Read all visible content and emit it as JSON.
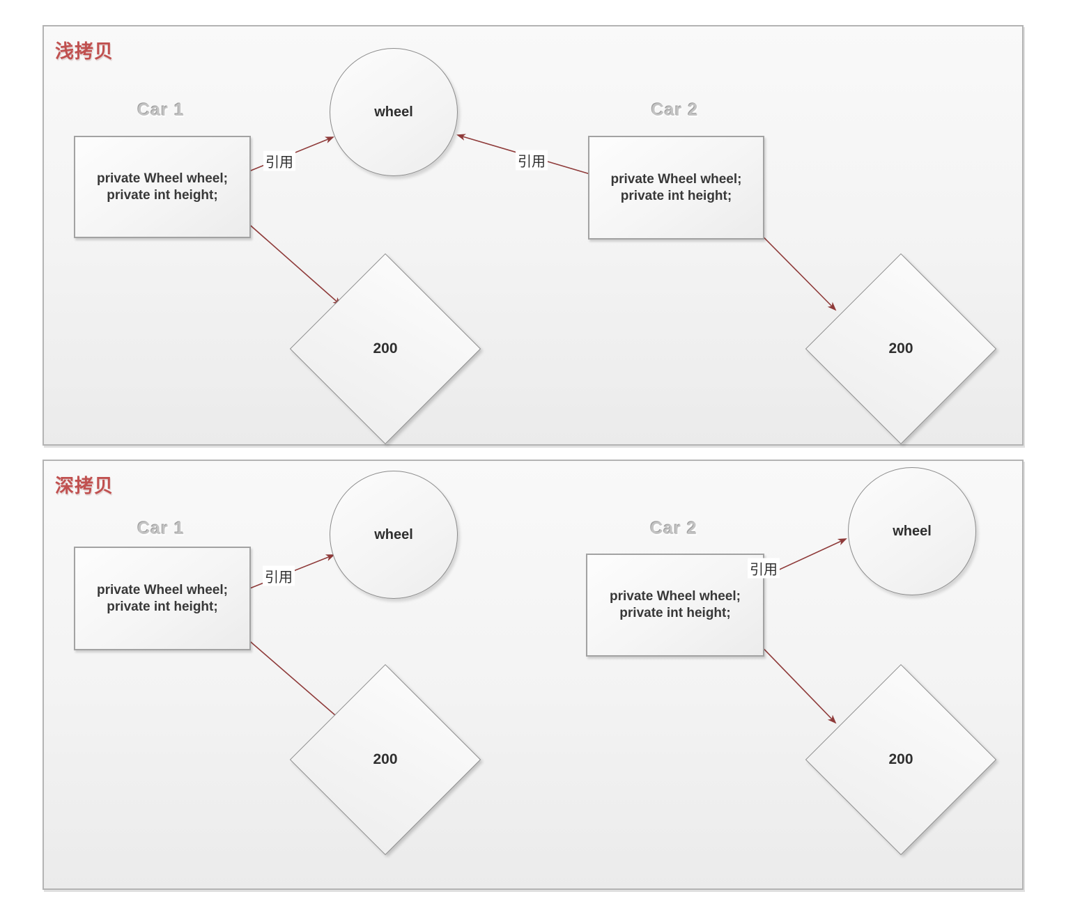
{
  "colors": {
    "title_red": "#c0504f",
    "arrow_red": "#8e3a39",
    "text_dark": "#383838"
  },
  "panels": {
    "shallow": {
      "title": "浅拷贝",
      "car1": {
        "label": "Car 1",
        "line1": "private Wheel wheel;",
        "line2": "private int height;"
      },
      "car2": {
        "label": "Car 2",
        "line1": "private Wheel wheel;",
        "line2": "private int height;"
      },
      "wheel": {
        "label": "wheel"
      },
      "diamond1": {
        "value": "200"
      },
      "diamond2": {
        "value": "200"
      },
      "ref1": "引用",
      "ref2": "引用"
    },
    "deep": {
      "title": "深拷贝",
      "car1": {
        "label": "Car 1",
        "line1": "private Wheel wheel;",
        "line2": "private int height;"
      },
      "car2": {
        "label": "Car 2",
        "line1": "private Wheel wheel;",
        "line2": "private int height;"
      },
      "wheel1": {
        "label": "wheel"
      },
      "wheel2": {
        "label": "wheel"
      },
      "diamond1": {
        "value": "200"
      },
      "diamond2": {
        "value": "200"
      },
      "ref1": "引用",
      "ref2": "引用"
    }
  }
}
